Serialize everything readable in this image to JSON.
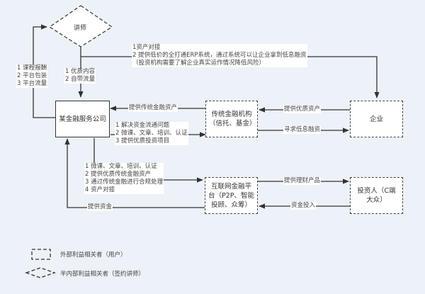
{
  "nodes": {
    "lecturer": "讲师",
    "company": "某金融服务公司",
    "traditional": "传统金融机构（信托、基金）",
    "enterprise": "企业",
    "internet_platform": "互联网金融平台（P2P、智能投顾、众筹）",
    "investor": "投资人（C端大众）"
  },
  "edges": {
    "lecturer_to_enterprise": [
      "1资产对接",
      "2 提供低价的全打通ERP系统，通过系统可以让企业拿到低息融资",
      "（投资机构需要了解企业真实运作情况降低风险）"
    ],
    "lecturer_to_company": [
      "1 优质内容",
      "2 自带流量"
    ],
    "company_to_lecturer": [
      "1 课程报酬",
      "2 平台包装",
      "3 平台流量"
    ],
    "traditional_to_company": "提供传统金融资产",
    "company_to_traditional": [
      "1 解决资金流通问题",
      "2 微课、文章、培训、认证",
      "3 提供优质投资项目"
    ],
    "enterprise_to_traditional": "提供优质资产",
    "traditional_to_enterprise": "寻求低息融资",
    "company_to_internet": [
      "1 微课、文章、培训、认证",
      "2 提供优质传统金融资产",
      "3 通过传统金融进行合规处理",
      "4 资产对接"
    ],
    "internet_to_company": "提供资金",
    "internet_to_investor": "提供理财产品",
    "investor_to_internet": "资金投入"
  },
  "legend": {
    "external": "外部利益相关者（用户）",
    "semi_internal": "半内部利益相关者（签约讲师）"
  }
}
